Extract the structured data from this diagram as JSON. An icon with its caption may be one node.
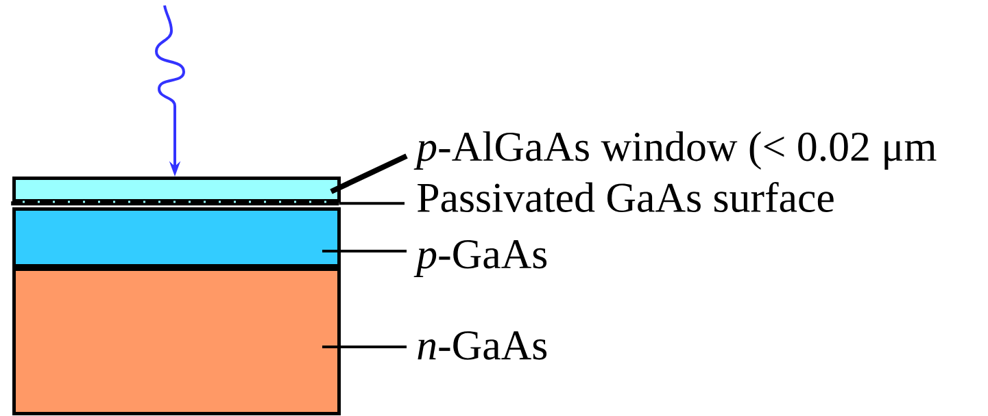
{
  "diagram": {
    "nodes": [
      {
        "text": [],
        "shape": "box"
      },
      {
        "text": [],
        "shape": "line"
      },
      {
        "text": [],
        "shape": "box"
      },
      {
        "text": [],
        "shape": "box"
      },
      {
        "text": [
          "*p*-AlGaAs window (< 0.02 μm"
        ]
      },
      {
        "text": [
          "Passivated GaAs surface"
        ]
      },
      {
        "text": [
          "*p*-GaAs"
        ]
      },
      {
        "text": [
          "*n*-GaAs"
        ]
      }
    ],
    "edges": [
      {
        "from": 4,
        "to": 0,
        "arrow": "none",
        "style": "thick"
      },
      {
        "from": 5,
        "to": 1,
        "arrow": "none"
      },
      {
        "from": 6,
        "to": 2,
        "arrow": "none"
      },
      {
        "from": 7,
        "to": 3,
        "arrow": "none"
      },
      {
        "from": null,
        "to": 0,
        "arrow": "to",
        "color": "#3333ff"
      }
    ]
  }
}
